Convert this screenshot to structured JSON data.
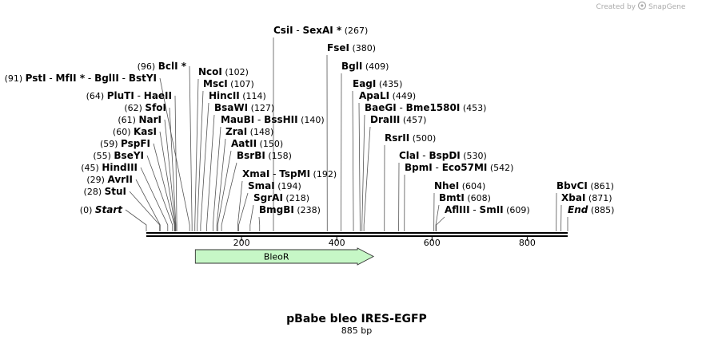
{
  "brand": {
    "prefix": "Created by",
    "name": "SnapGene"
  },
  "map": {
    "title": "pBabe bleo IRES-EGFP",
    "subtitle": "885 bp",
    "length": 885,
    "ticks": [
      "200",
      "400",
      "600",
      "800"
    ]
  },
  "sites": [
    {
      "pos": 0,
      "pos_label": "(0)",
      "names": [
        "Start"
      ],
      "italic": true
    },
    {
      "pos": 28,
      "pos_label": "(28)",
      "names": [
        "StuI"
      ]
    },
    {
      "pos": 29,
      "pos_label": "(29)",
      "names": [
        "AvrII"
      ]
    },
    {
      "pos": 45,
      "pos_label": "(45)",
      "names": [
        "HindIII"
      ]
    },
    {
      "pos": 55,
      "pos_label": "(55)",
      "names": [
        "BseYI"
      ]
    },
    {
      "pos": 59,
      "pos_label": "(59)",
      "names": [
        "PspFI"
      ]
    },
    {
      "pos": 60,
      "pos_label": "(60)",
      "names": [
        "KasI"
      ]
    },
    {
      "pos": 61,
      "pos_label": "(61)",
      "names": [
        "NarI"
      ]
    },
    {
      "pos": 62,
      "pos_label": "(62)",
      "names": [
        "SfoI"
      ]
    },
    {
      "pos": 64,
      "pos_label": "(64)",
      "names": [
        "PluTI",
        "HaeII"
      ]
    },
    {
      "pos": 91,
      "pos_label": "(91)",
      "names": [
        "PstI",
        "MfII *",
        "BglII",
        "BstYI"
      ]
    },
    {
      "pos": 96,
      "pos_label": "(96)",
      "names": [
        "BclI *"
      ]
    },
    {
      "pos": 102,
      "pos_label": "(102)",
      "names": [
        "NcoI"
      ]
    },
    {
      "pos": 107,
      "pos_label": "(107)",
      "names": [
        "MscI"
      ]
    },
    {
      "pos": 114,
      "pos_label": "(114)",
      "names": [
        "HincII"
      ]
    },
    {
      "pos": 127,
      "pos_label": "(127)",
      "names": [
        "BsaWI"
      ]
    },
    {
      "pos": 140,
      "pos_label": "(140)",
      "names": [
        "MauBI",
        "BssHII"
      ]
    },
    {
      "pos": 148,
      "pos_label": "(148)",
      "names": [
        "ZraI"
      ]
    },
    {
      "pos": 150,
      "pos_label": "(150)",
      "names": [
        "AatII"
      ]
    },
    {
      "pos": 158,
      "pos_label": "(158)",
      "names": [
        "BsrBI"
      ]
    },
    {
      "pos": 192,
      "pos_label": "(192)",
      "names": [
        "XmaI",
        "TspMI"
      ]
    },
    {
      "pos": 194,
      "pos_label": "(194)",
      "names": [
        "SmaI"
      ]
    },
    {
      "pos": 218,
      "pos_label": "(218)",
      "names": [
        "SgrAI"
      ]
    },
    {
      "pos": 238,
      "pos_label": "(238)",
      "names": [
        "BmgBI"
      ]
    },
    {
      "pos": 267,
      "pos_label": "(267)",
      "names": [
        "CsiI",
        "SexAI *"
      ]
    },
    {
      "pos": 380,
      "pos_label": "(380)",
      "names": [
        "FseI"
      ]
    },
    {
      "pos": 409,
      "pos_label": "(409)",
      "names": [
        "BglI"
      ]
    },
    {
      "pos": 435,
      "pos_label": "(435)",
      "names": [
        "EagI"
      ]
    },
    {
      "pos": 449,
      "pos_label": "(449)",
      "names": [
        "ApaLI"
      ]
    },
    {
      "pos": 453,
      "pos_label": "(453)",
      "names": [
        "BaeGI",
        "Bme1580I"
      ]
    },
    {
      "pos": 457,
      "pos_label": "(457)",
      "names": [
        "DraIII"
      ]
    },
    {
      "pos": 500,
      "pos_label": "(500)",
      "names": [
        "RsrII"
      ]
    },
    {
      "pos": 530,
      "pos_label": "(530)",
      "names": [
        "ClaI",
        "BspDI"
      ]
    },
    {
      "pos": 542,
      "pos_label": "(542)",
      "names": [
        "BpmI",
        "Eco57MI"
      ]
    },
    {
      "pos": 604,
      "pos_label": "(604)",
      "names": [
        "NheI"
      ]
    },
    {
      "pos": 608,
      "pos_label": "(608)",
      "names": [
        "BmtI"
      ]
    },
    {
      "pos": 609,
      "pos_label": "(609)",
      "names": [
        "AflIII",
        "SmII"
      ]
    },
    {
      "pos": 861,
      "pos_label": "(861)",
      "names": [
        "BbvCI"
      ]
    },
    {
      "pos": 871,
      "pos_label": "(871)",
      "names": [
        "XbaI"
      ]
    },
    {
      "pos": 885,
      "pos_label": "(885)",
      "names": [
        "End"
      ],
      "italic": true
    }
  ],
  "features": [
    {
      "name": "BleoR",
      "start": 103,
      "end": 477,
      "color": "#c6f7c6",
      "direction": "forward"
    }
  ]
}
